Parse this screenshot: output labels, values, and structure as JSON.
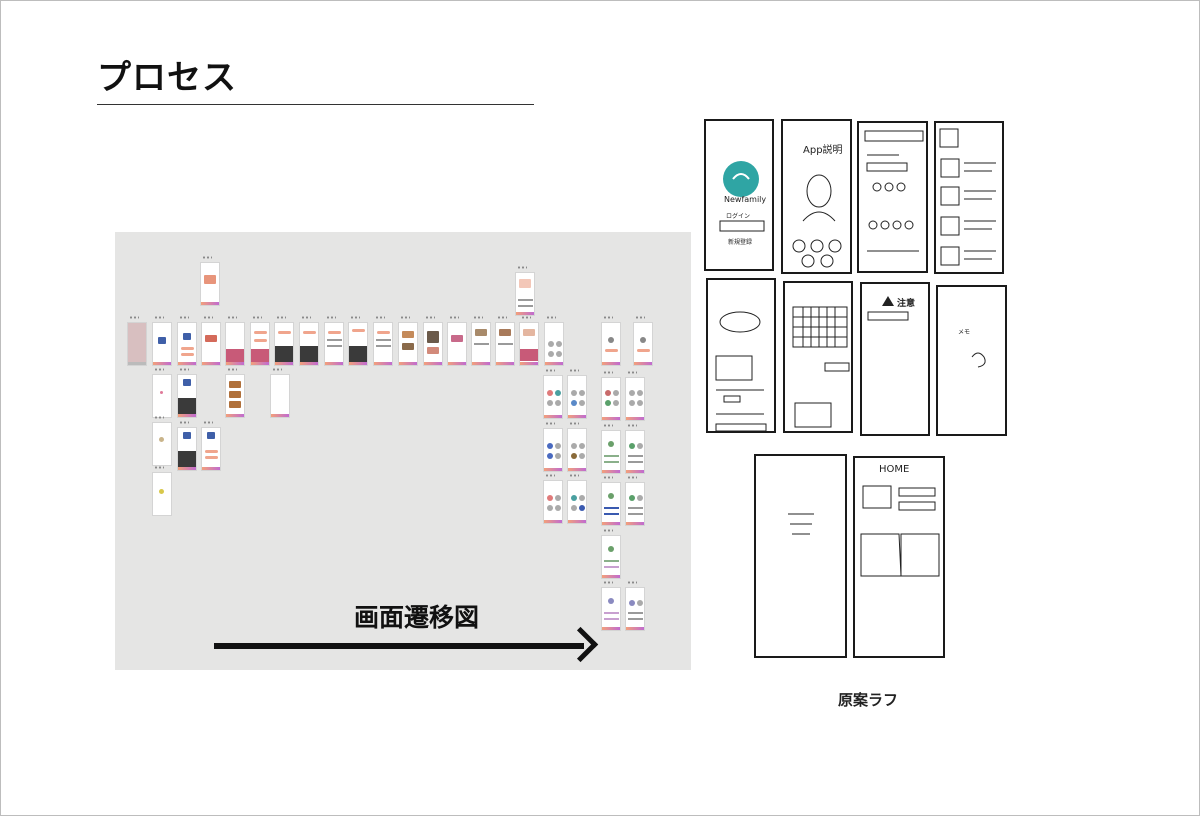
{
  "page": {
    "title": "プロセス",
    "flow_label": "画面遷移図",
    "sketch_caption": "原案ラフ"
  },
  "sketches": {
    "logo_word": "Newfamily",
    "login_label": "ログイン",
    "signup_label": "新規登録",
    "app_title": "App説明",
    "home_label": "HOME",
    "warning_label": "注意",
    "note_label": "メモ"
  },
  "colors": {
    "panel": "#e5e5e4",
    "accent_orange": "#f0a58d",
    "accent_gradient_start": "#f2a07b",
    "accent_gradient_end": "#c06bd0",
    "teal": "#2fa5a4",
    "ink": "#111111"
  },
  "icons": {
    "flow_arrow": "long-right-arrow",
    "warning": "warning-triangle-icon"
  }
}
